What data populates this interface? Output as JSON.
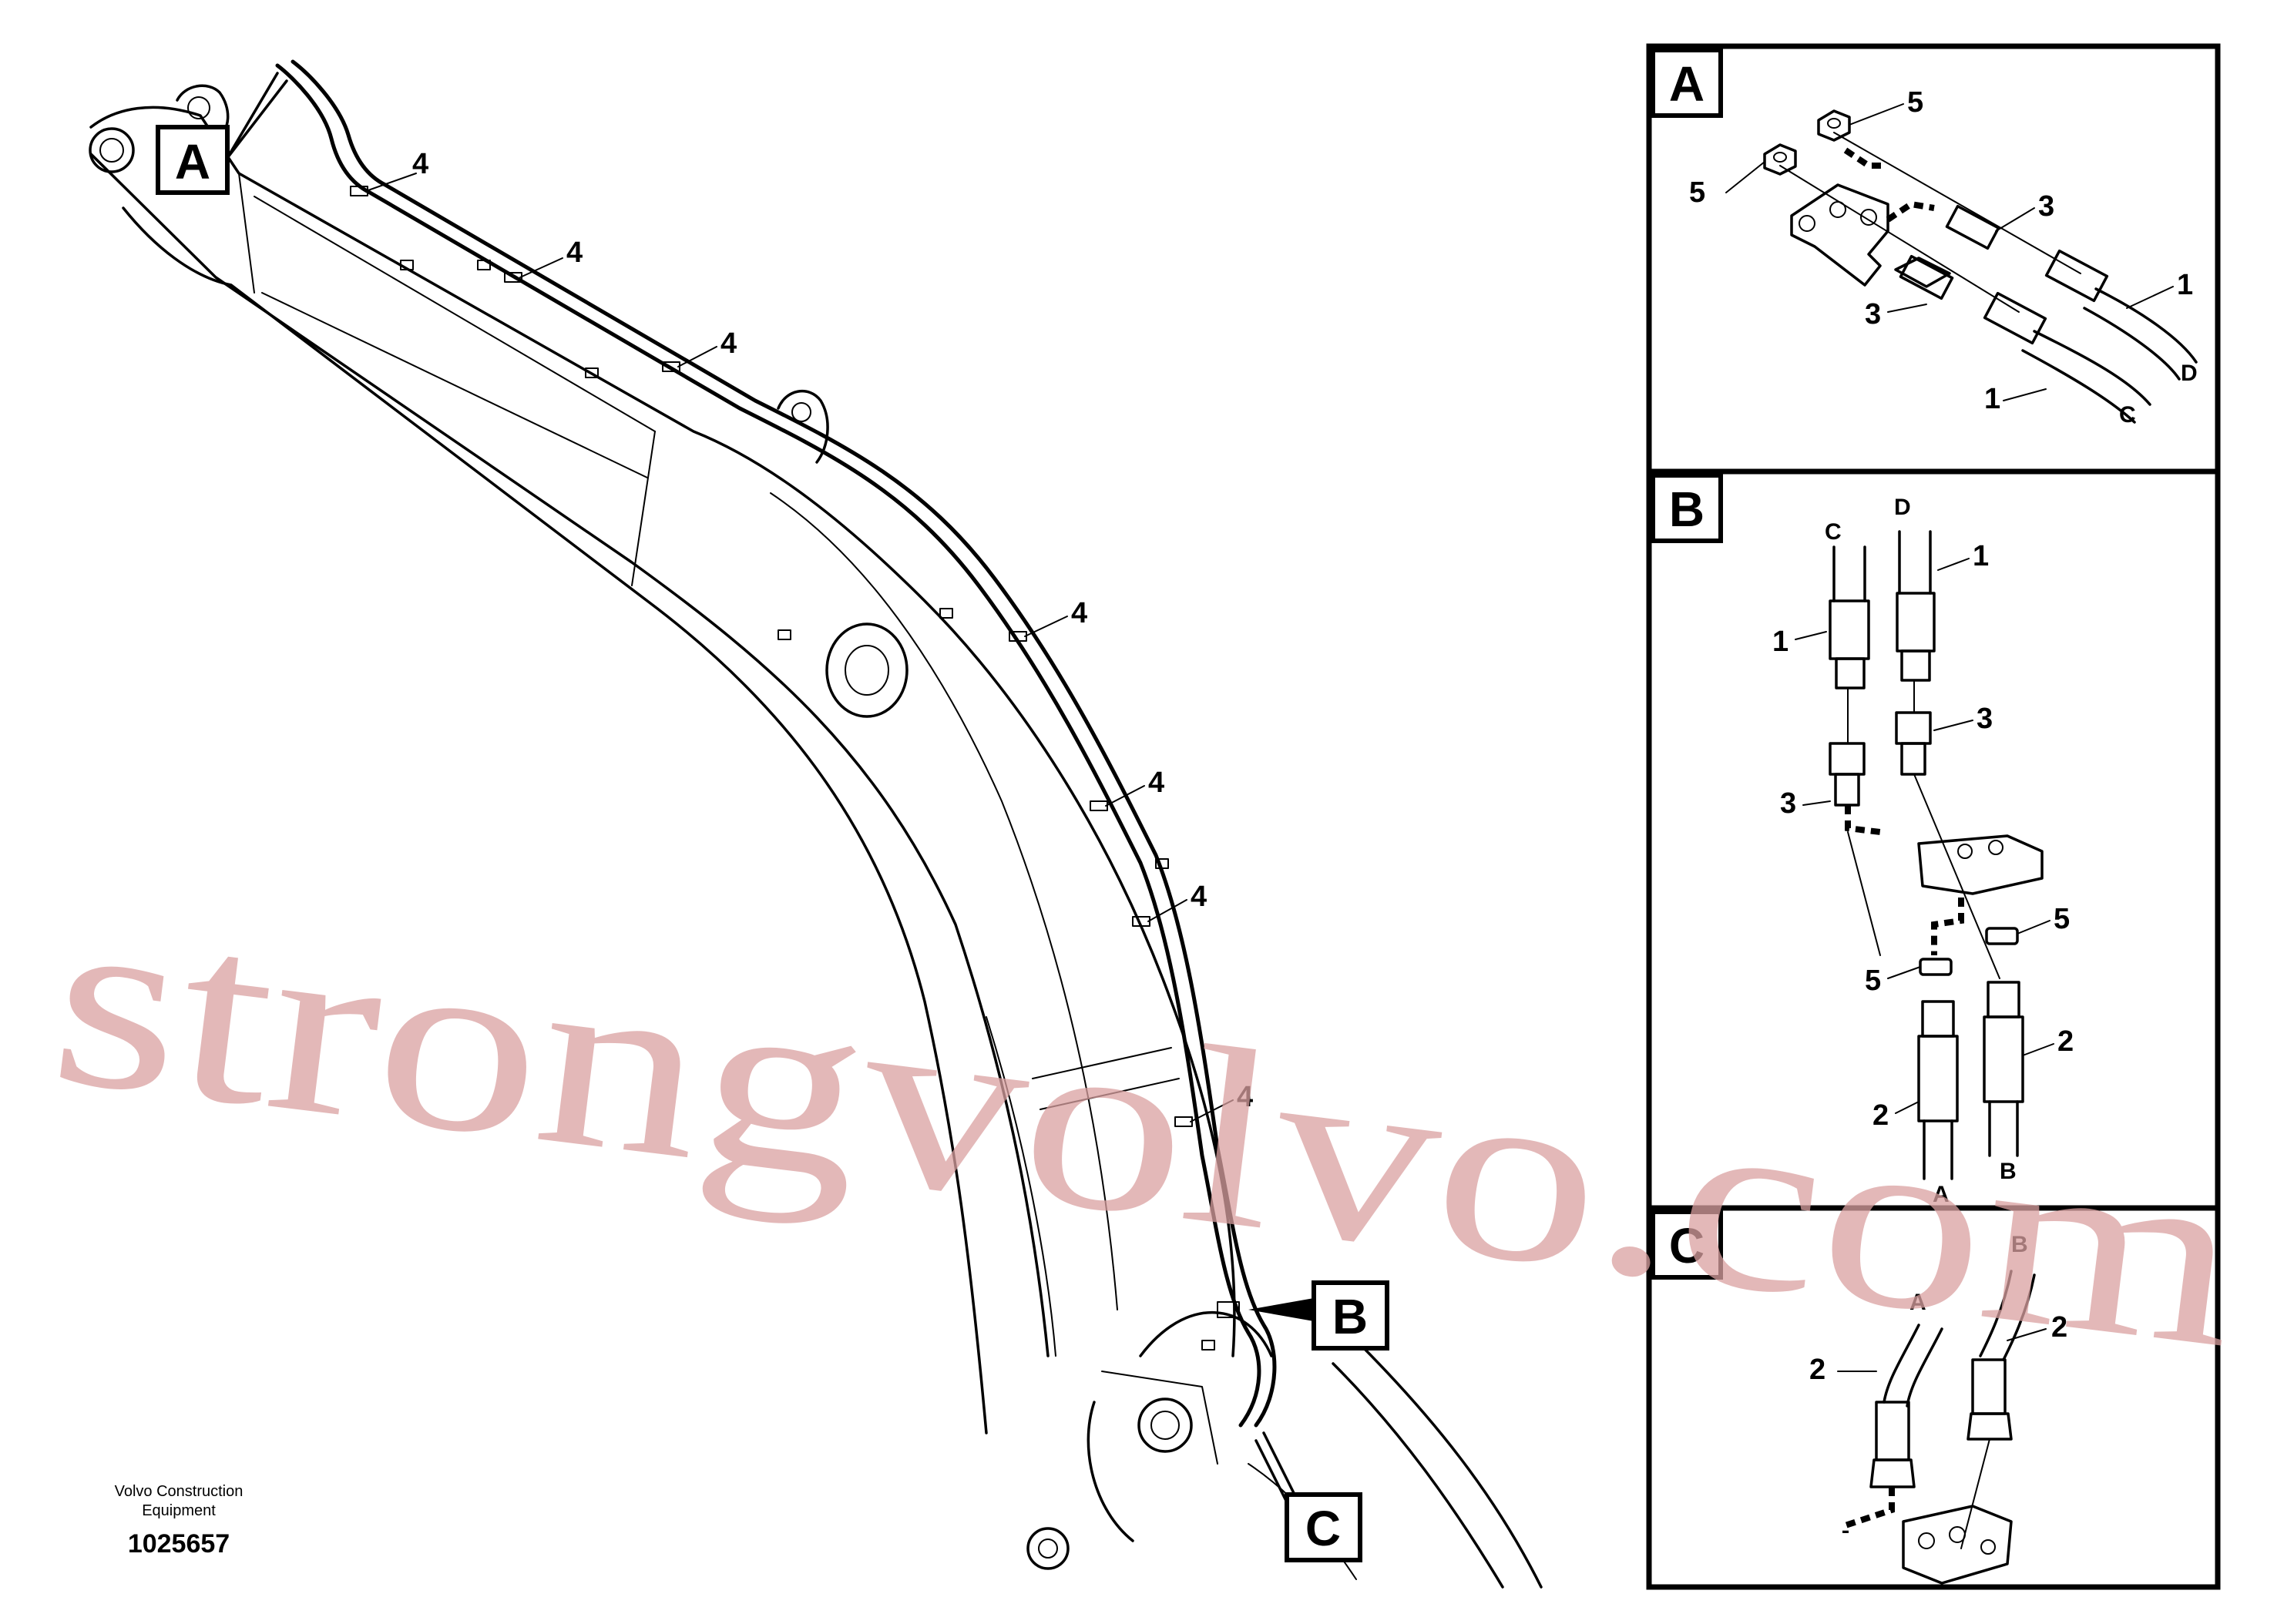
{
  "footer": {
    "company_line1": "Volvo Construction",
    "company_line2": "Equipment",
    "drawing_number": "1025657"
  },
  "watermark": "strongvolvo.com",
  "callout_labels": {
    "A": "A",
    "B": "B",
    "C": "C"
  },
  "main_view": {
    "clamp_numbers": [
      "4",
      "4",
      "4",
      "4",
      "4",
      "4",
      "4"
    ]
  },
  "detail_A": {
    "title": "A",
    "numbers": {
      "n5a": "5",
      "n5b": "5",
      "n3a": "3",
      "n3b": "3",
      "n1a": "1",
      "n1b": "1"
    },
    "letters": {
      "c": "C",
      "d": "D"
    }
  },
  "detail_B": {
    "title": "B",
    "numbers": {
      "n1a": "1",
      "n1b": "1",
      "n3a": "3",
      "n3b": "3",
      "n5a": "5",
      "n5b": "5",
      "n2a": "2",
      "n2b": "2"
    },
    "letters": {
      "c": "C",
      "d": "D",
      "a": "A",
      "b": "B"
    }
  },
  "detail_C": {
    "title": "C",
    "numbers": {
      "n2a": "2",
      "n2b": "2"
    },
    "letters": {
      "a": "A",
      "b": "B"
    }
  },
  "colors": {
    "line": "#000000",
    "watermark": "#d9a0a0",
    "background": "#ffffff"
  }
}
